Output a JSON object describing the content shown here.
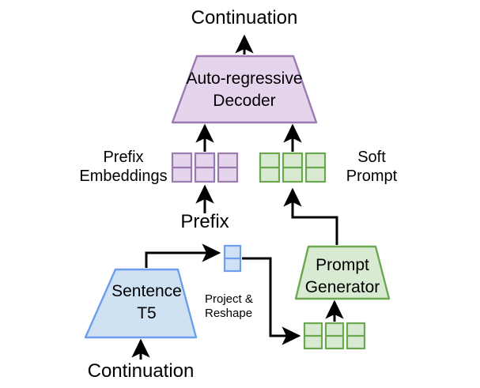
{
  "diagram": {
    "title_top": "Continuation",
    "title_bottom": "Continuation",
    "nodes": {
      "decoder": {
        "label": "Auto-regressive\nDecoder",
        "fill": "#e5d5ec",
        "stroke": "#9a7ab0",
        "shape": "trapezoid-down"
      },
      "sentence_t5": {
        "label": "Sentence\nT5",
        "fill": "#cfe2f3",
        "stroke": "#6d9eeb",
        "shape": "trapezoid-down"
      },
      "prompt_generator": {
        "label": "Prompt\nGenerator",
        "fill": "#d9ead3",
        "stroke": "#6aa84f",
        "shape": "trapezoid-down"
      }
    },
    "labels": {
      "prefix_embeddings": "Prefix\nEmbeddings",
      "soft_prompt": "Soft\nPrompt",
      "prefix": "Prefix",
      "project_reshape": "Project &\nReshape"
    },
    "token_groups": {
      "prefix_embeddings": {
        "count": 3,
        "cells": 2,
        "fill": "#e5d5ec",
        "stroke": "#9a7ab0"
      },
      "soft_prompt": {
        "count": 3,
        "cells": 2,
        "fill": "#d9ead3",
        "stroke": "#6aa84f"
      },
      "projected_vector": {
        "count": 1,
        "cells": 2,
        "fill": "#cfe2f3",
        "stroke": "#6d9eeb"
      },
      "generator_input": {
        "count": 3,
        "cells": 2,
        "fill": "#d9ead3",
        "stroke": "#6aa84f"
      }
    },
    "colors": {
      "purple_fill": "#e5d5ec",
      "purple_stroke": "#9a7ab0",
      "green_fill": "#d9ead3",
      "green_stroke": "#6aa84f",
      "blue_fill": "#cfe2f3",
      "blue_stroke": "#6d9eeb",
      "arrow": "#000000",
      "text": "#000000"
    }
  }
}
